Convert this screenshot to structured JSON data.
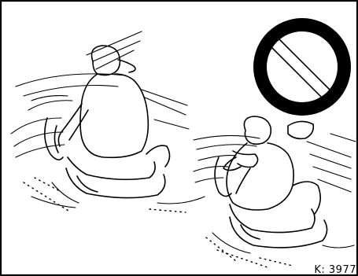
{
  "figure": {
    "reference_code": "K: 3977",
    "left_panel": "occupant-seated-upright-illustration",
    "right_panel": "occupant-leaning-forward-illustration",
    "prohibition_icon": "prohibition-icon",
    "colors": {
      "ink": "#000000",
      "background": "#ffffff"
    }
  }
}
